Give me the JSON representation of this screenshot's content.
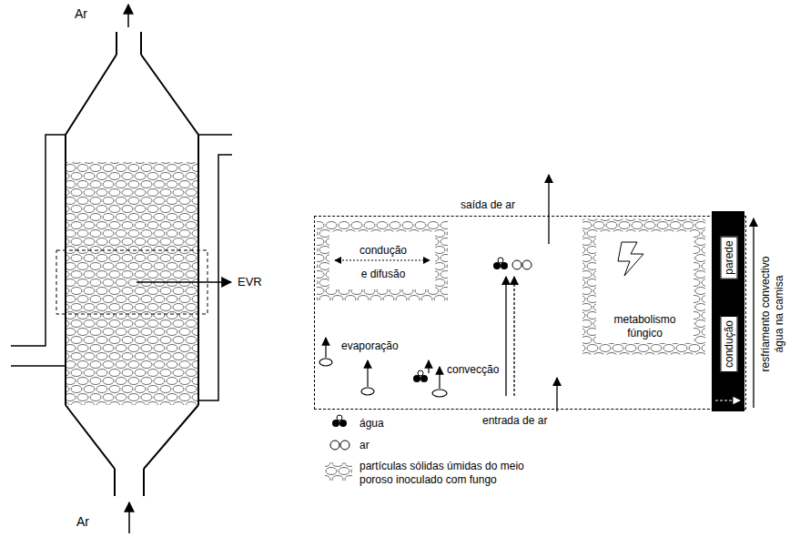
{
  "diagram": {
    "nodes": [
      {
        "text": [
          "evaporação",
          "convecção"
        ]
      },
      {
        "text": [
          "condução e difusão"
        ],
        "in": 0
      },
      {
        "text": [
          "metabolismo fúngico"
        ],
        "in": 0
      },
      {
        "text": [
          "parede",
          "condução"
        ],
        "in": 0
      }
    ],
    "labels": [
      "Ar",
      "EVR",
      "saída de ar",
      "entrada de ar",
      "resfriamento convectivo água na camisa",
      "Ar"
    ],
    "legend": [
      {
        "text": "água"
      },
      {
        "text": "ar"
      },
      {
        "text": "partículas sólidas úmidas do meio poroso inoculado com fungo"
      }
    ]
  }
}
